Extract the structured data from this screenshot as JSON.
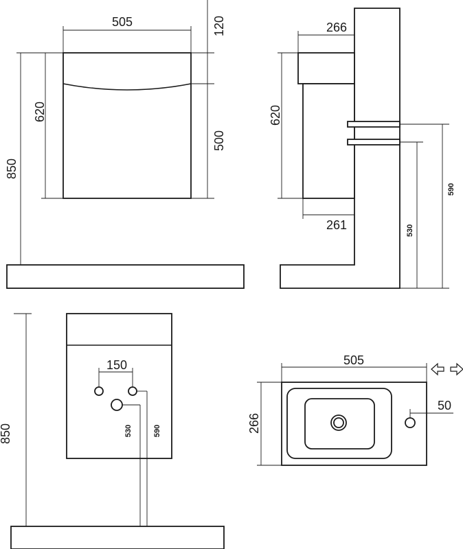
{
  "front_view": {
    "width": "505",
    "top_gap": "120",
    "cabinet_height": "620",
    "floor_height": "850",
    "door_height": "500"
  },
  "side_view": {
    "top_depth": "266",
    "cabinet_height": "620",
    "body_depth": "261",
    "fixing_upper": "590",
    "fixing_lower": "530"
  },
  "rear_view": {
    "floor_height": "850",
    "hole_spacing": "150",
    "drain_height": "530",
    "supply_height": "590"
  },
  "top_view": {
    "width": "505",
    "depth": "266",
    "tap_offset": "50",
    "reversible_icon": "double-arrow-icon"
  },
  "colors": {
    "line": "#1a1a1a",
    "background": "#ffffff"
  }
}
